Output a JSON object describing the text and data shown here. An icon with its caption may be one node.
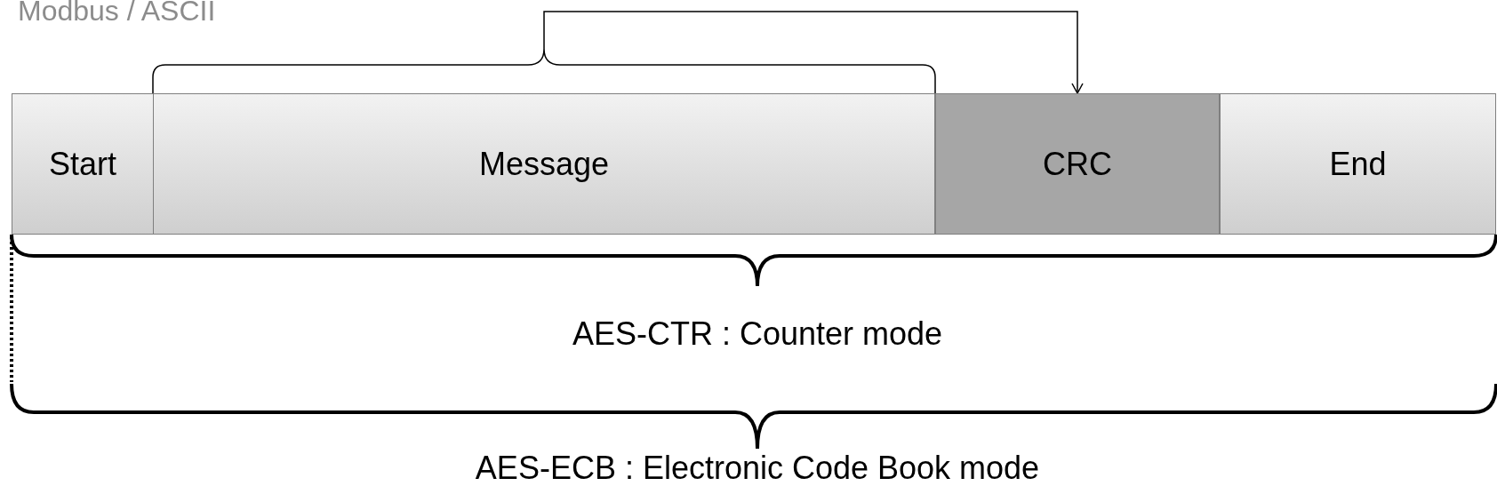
{
  "diagram": {
    "title": "Modbus / ASCII",
    "nodes": [
      {
        "text": [
          "Start"
        ]
      },
      {
        "text": [
          "Message"
        ]
      },
      {
        "text": [
          "CRC"
        ]
      },
      {
        "text": [
          "End"
        ]
      }
    ],
    "edges": [
      {
        "from": 1,
        "to": 2,
        "arrow": "to"
      }
    ],
    "labels": [
      "AES-CTR : Counter mode",
      "AES-ECB : Electronic Code Book mode"
    ]
  }
}
